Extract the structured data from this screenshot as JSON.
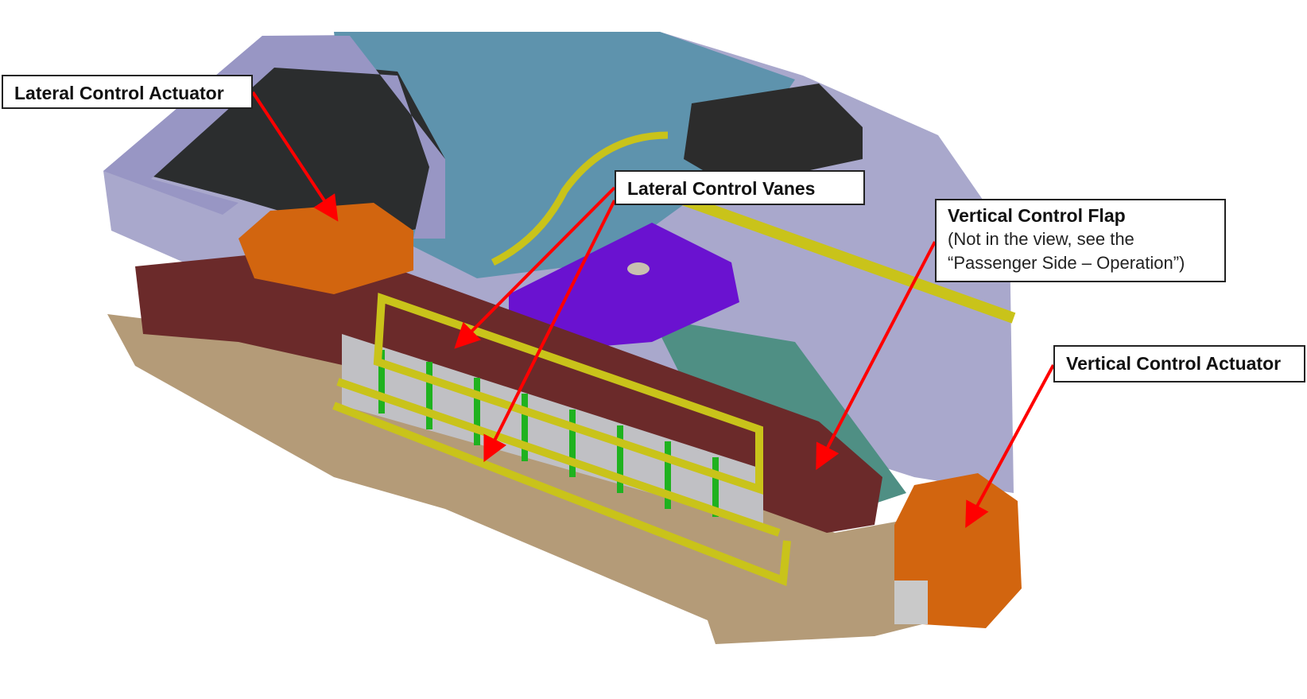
{
  "callouts": {
    "lateral_actuator": {
      "title": "Lateral Control Actuator"
    },
    "lateral_vanes": {
      "title": "Lateral Control Vanes"
    },
    "vertical_flap": {
      "title": "Vertical Control Flap",
      "note_line1": "(Not in the view, see the",
      "note_line2": "“Passenger Side – Operation”)"
    },
    "vertical_actuator": {
      "title": "Vertical Control Actuator"
    }
  },
  "colors": {
    "arrow": "#ff0000",
    "housing": "#a9a8cc",
    "inner": "#5e93ad",
    "duct": "#6b2a2a",
    "base": "#b49b78",
    "frame": "#c9c31a",
    "actuator": "#d2650f",
    "purple": "#6a12d0"
  }
}
